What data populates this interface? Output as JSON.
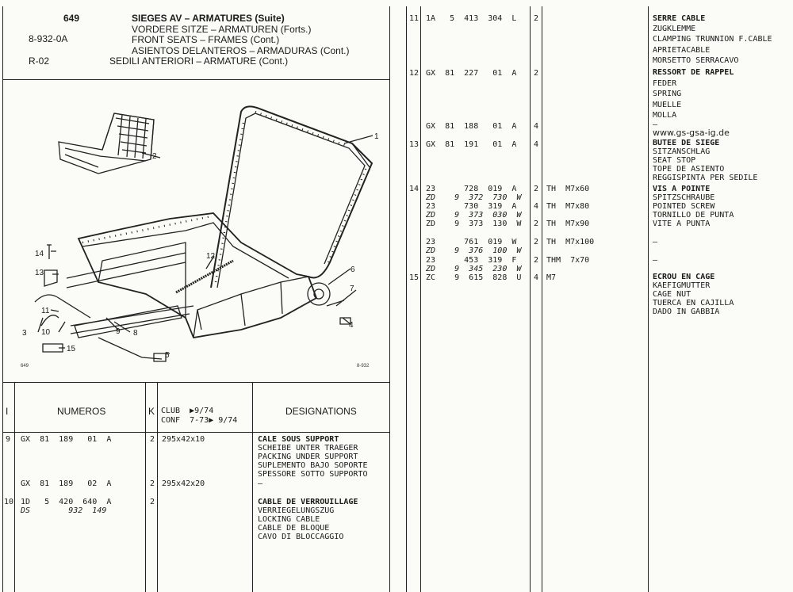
{
  "header": {
    "page_number": "649",
    "ref_code": "8-932-0A",
    "revision": "R-02",
    "titles": [
      "SIEGES AV – ARMATURES (Suite)",
      "VORDERE SITZE – ARMATUREN (Forts.)",
      "FRONT SEATS – FRAMES (Cont.)",
      "ASIENTOS DELANTEROS – ARMADURAS (Cont.)",
      "SEDILI ANTERIORI – ARMATURE (Cont.)"
    ]
  },
  "diagram": {
    "callouts": [
      "1",
      "2",
      "3",
      "4",
      "5",
      "6",
      "7",
      "8",
      "9",
      "10",
      "11",
      "12",
      "13",
      "14",
      "15"
    ],
    "footer_left": "649",
    "footer_right": "8-932"
  },
  "table_header": {
    "col_index": "I",
    "col_numbers": "NUMEROS",
    "col_k": "K",
    "col_models_line1": "CLUB  ▶9/74",
    "col_models_line2": "CONF  7-73▶ 9/74",
    "col_designations": "DESIGNATIONS"
  },
  "left_rows": [
    {
      "index": "9",
      "number": "GX  81  189   01  A",
      "k": "2",
      "model": "295x42x10",
      "designations": [
        "CALE SOUS SUPPORT",
        "SCHEIBE UNTER TRAEGER",
        "PACKING UNDER SUPPORT",
        "SUPLEMENTO BAJO SOPORTE",
        "SPESSORE SOTTO SUPPORTO"
      ]
    },
    {
      "index": "",
      "number": "GX  81  189   02  A",
      "k": "2",
      "model": "295x42x20",
      "designations": [
        "–"
      ]
    },
    {
      "index": "10",
      "number": "1D   5  420  640  A",
      "number2": "DS        932  149",
      "k": "2",
      "model": "",
      "designations": [
        "CABLE DE VERROUILLAGE",
        "VERRIEGELUNGSZUG",
        "LOCKING CABLE",
        "CABLE DE BLOQUE",
        "CAVO DI BLOCCAGGIO"
      ]
    }
  ],
  "right_rows": {
    "r11": {
      "index": "11",
      "number": "1A   5  413  304  L",
      "k": "2",
      "model": "",
      "designations": [
        "SERRE CABLE",
        "ZUGKLEMME",
        "CLAMPING TRUNNION F.CABLE",
        "APRIETACABLE",
        "MORSETTO SERRACAVO"
      ]
    },
    "r12": {
      "index": "12",
      "number": "GX  81  227   01  A",
      "k": "2",
      "designations": [
        "RESSORT DE RAPPEL",
        "FEDER",
        "SPRING",
        "MUELLE",
        "MOLLA"
      ]
    },
    "r12b": {
      "number": "GX  81  188   01  A",
      "k": "4",
      "designations": [
        "–"
      ]
    },
    "url": "www.gs-gsa-ig.de",
    "r13": {
      "index": "13",
      "number": "GX  81  191   01  A",
      "k": "4",
      "designations": [
        "BUTEE DE SIEGE",
        "SITZANSCHLAG",
        "SEAT STOP",
        "TOPE DE ASIENTO",
        "REGGISPINTA PER SEDILE"
      ]
    },
    "r14": {
      "index": "14",
      "lines": [
        {
          "number": "23      728  019  A",
          "k": "2",
          "model": "TH  M7x60"
        },
        {
          "number": "ZD    9  372  730  W",
          "italic": true
        },
        {
          "number": "23      730  319  A",
          "k": "4",
          "model": "TH  M7x80"
        },
        {
          "number": "ZD    9  373  030  W",
          "italic": true
        },
        {
          "number": "ZD    9  373  130  W",
          "k": "2",
          "model": "TH  M7x90"
        },
        {
          "number": "23      761  019  W",
          "k": "2",
          "model": "TH  M7x100"
        },
        {
          "number": "ZD    9  376  100  W",
          "italic": true
        },
        {
          "number": "23      453  319  F",
          "k": "2",
          "model": "THM  7x70"
        },
        {
          "number": "ZD    9  345  230  W",
          "italic": true
        }
      ],
      "designations": [
        "VIS A POINTE",
        "SPITZSCHRAUBE",
        "POINTED SCREW",
        "TORNILLO DE PUNTA",
        "VITE A PUNTA"
      ],
      "dash1": "–",
      "dash2": "–"
    },
    "r15": {
      "index": "15",
      "number": "ZC    9  615  828  U",
      "k": "4",
      "model": "M7",
      "designations": [
        "ECROU EN CAGE",
        "KAEFIGMUTTER",
        "CAGE NUT",
        "TUERCA EN CAJILLA",
        "DADO IN GABBIA"
      ]
    }
  }
}
